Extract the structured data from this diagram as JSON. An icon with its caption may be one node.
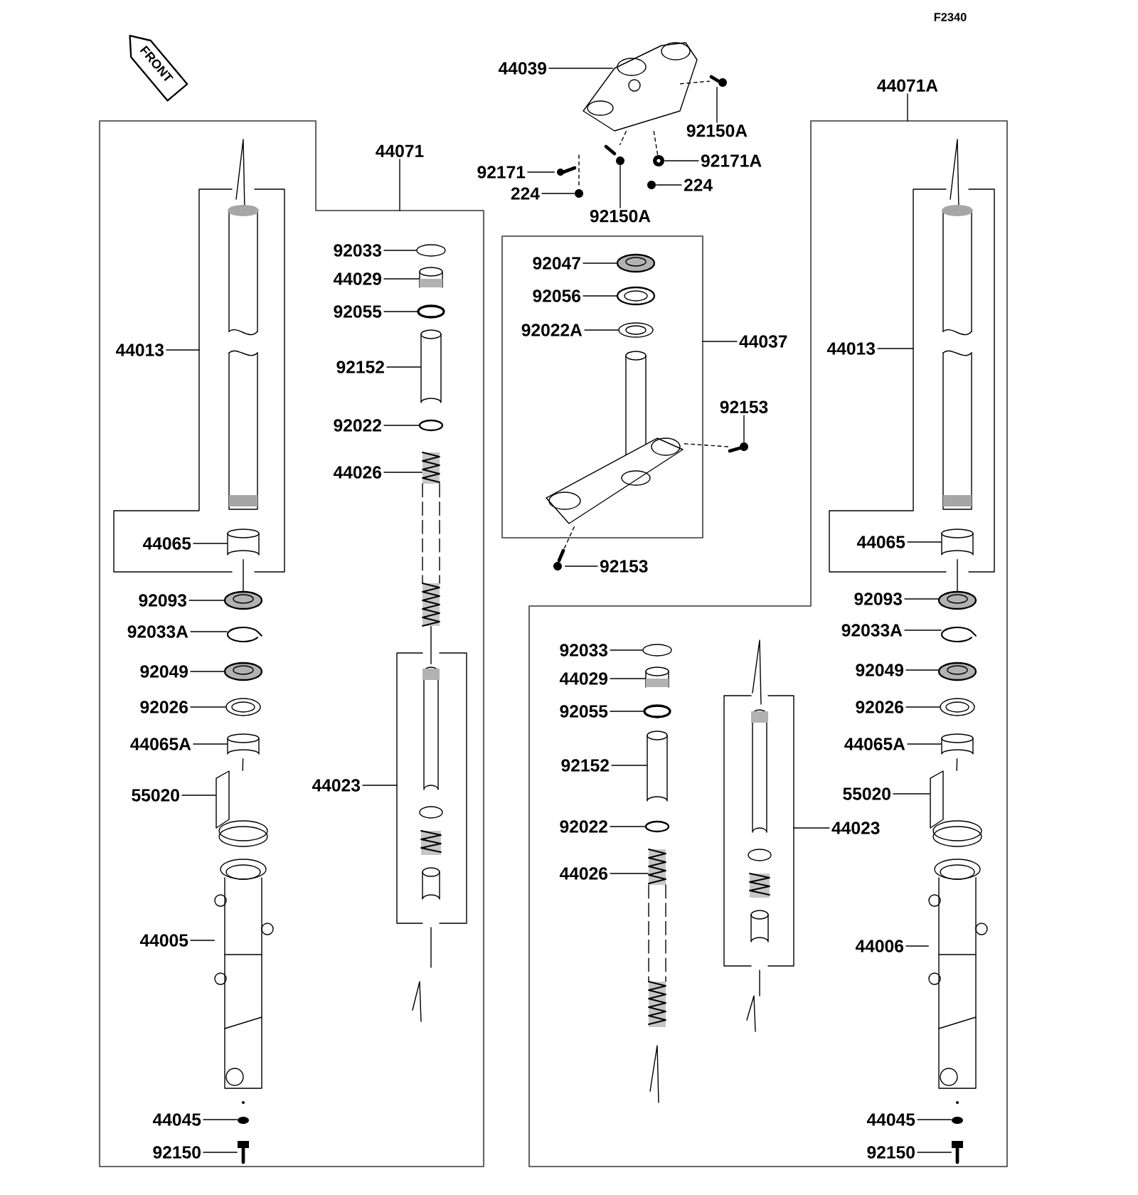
{
  "diagram": {
    "nodes": [
      {
        "text": [
          "44039"
        ]
      },
      {
        "text": [
          "92150A"
        ]
      },
      {
        "text": [
          "92171"
        ]
      },
      {
        "text": [
          "92171A"
        ]
      },
      {
        "text": [
          "224"
        ]
      },
      {
        "text": [
          "224"
        ]
      },
      {
        "text": [
          "92150A"
        ]
      },
      {
        "text": [
          "44071"
        ]
      },
      {
        "text": [
          "44071A"
        ]
      },
      {
        "text": [
          "92033"
        ]
      },
      {
        "text": [
          "44029"
        ]
      },
      {
        "text": [
          "92055"
        ]
      },
      {
        "text": [
          "92152"
        ]
      },
      {
        "text": [
          "92022"
        ]
      },
      {
        "text": [
          "44026"
        ]
      },
      {
        "text": [
          "44013"
        ]
      },
      {
        "text": [
          "44065"
        ]
      },
      {
        "text": [
          "92093"
        ]
      },
      {
        "text": [
          "92033A"
        ]
      },
      {
        "text": [
          "92049"
        ]
      },
      {
        "text": [
          "92026"
        ]
      },
      {
        "text": [
          "44065A"
        ]
      },
      {
        "text": [
          "55020"
        ]
      },
      {
        "text": [
          "44005"
        ]
      },
      {
        "text": [
          "44023"
        ]
      },
      {
        "text": [
          "44045"
        ]
      },
      {
        "text": [
          "92150"
        ]
      },
      {
        "text": [
          "92047"
        ]
      },
      {
        "text": [
          "92056"
        ]
      },
      {
        "text": [
          "92022A"
        ]
      },
      {
        "text": [
          "44037"
        ]
      },
      {
        "text": [
          "92153"
        ]
      },
      {
        "text": [
          "92153"
        ]
      },
      {
        "text": [
          "44013"
        ]
      },
      {
        "text": [
          "44065"
        ]
      },
      {
        "text": [
          "92093"
        ]
      },
      {
        "text": [
          "92033A"
        ]
      },
      {
        "text": [
          "92049"
        ]
      },
      {
        "text": [
          "92026"
        ]
      },
      {
        "text": [
          "44065A"
        ]
      },
      {
        "text": [
          "55020"
        ]
      },
      {
        "text": [
          "44006"
        ]
      },
      {
        "text": [
          "44045"
        ]
      },
      {
        "text": [
          "92150"
        ]
      },
      {
        "text": [
          "92033"
        ]
      },
      {
        "text": [
          "44029"
        ]
      },
      {
        "text": [
          "92055"
        ]
      },
      {
        "text": [
          "92152"
        ]
      },
      {
        "text": [
          "92022"
        ]
      },
      {
        "text": [
          "44026"
        ]
      },
      {
        "text": [
          "44023"
        ]
      },
      {
        "text": [],
        "shape": "picture"
      },
      {
        "text": [],
        "shape": "picture"
      },
      {
        "text": [],
        "shape": "picture"
      },
      {
        "text": [],
        "shape": "picture"
      },
      {
        "text": [],
        "shape": "picture"
      },
      {
        "text": [],
        "shape": "picture"
      },
      {
        "text": [],
        "shape": "picture"
      },
      {
        "text": [],
        "shape": "circle"
      },
      {
        "text": [],
        "shape": "picture"
      },
      {
        "text": [],
        "shape": "circle"
      },
      {
        "text": [],
        "shape": "cylinder"
      },
      {
        "text": [],
        "shape": "circle"
      },
      {
        "text": [],
        "shape": "picture"
      },
      {
        "text": [],
        "shape": "picture"
      },
      {
        "text": [],
        "shape": "picture"
      },
      {
        "text": [],
        "shape": "picture"
      },
      {
        "text": [],
        "shape": "picture"
      },
      {
        "text": [],
        "shape": "picture"
      },
      {
        "text": [],
        "shape": "picture"
      },
      {
        "text": [],
        "shape": "picture"
      },
      {
        "text": [],
        "shape": "picture"
      },
      {
        "text": [],
        "shape": "picture"
      },
      {
        "text": [],
        "shape": "picture"
      },
      {
        "text": [],
        "shape": "picture"
      },
      {
        "text": [],
        "shape": "picture"
      },
      {
        "text": [],
        "shape": "picture"
      },
      {
        "text": [],
        "shape": "picture"
      },
      {
        "text": [],
        "shape": "picture"
      },
      {
        "text": [],
        "shape": "picture"
      },
      {
        "text": [],
        "shape": "picture"
      },
      {
        "text": [],
        "shape": "picture"
      },
      {
        "text": [],
        "shape": "picture"
      },
      {
        "text": [],
        "shape": "picture"
      },
      {
        "text": [],
        "shape": "picture"
      },
      {
        "text": [],
        "shape": "picture"
      },
      {
        "text": [],
        "shape": "picture"
      },
      {
        "text": [],
        "shape": "picture"
      },
      {
        "text": [],
        "shape": "picture"
      },
      {
        "text": [],
        "shape": "circle"
      },
      {
        "text": [],
        "shape": "picture"
      },
      {
        "text": [],
        "shape": "circle"
      },
      {
        "text": [],
        "shape": "cylinder"
      },
      {
        "text": [],
        "shape": "circle"
      },
      {
        "text": [],
        "shape": "picture"
      },
      {
        "text": [],
        "shape": "picture"
      },
      {
        "text": [],
        "shape": "picture"
      },
      {
        "text": [],
        "shape": "picture"
      }
    ],
    "edges": [
      {
        "from": 0,
        "to": 51,
        "arrow": "none"
      },
      {
        "from": 1,
        "to": 52,
        "arrow": "none"
      },
      {
        "from": 2,
        "to": 53,
        "arrow": "none"
      },
      {
        "from": 3,
        "to": 54,
        "arrow": "none"
      },
      {
        "from": 4,
        "to": 55,
        "arrow": "none"
      },
      {
        "from": 5,
        "to": 56,
        "arrow": "none"
      },
      {
        "from": 6,
        "to": 57,
        "arrow": "none"
      },
      {
        "from": 7,
        "to": null,
        "arrow": "none"
      },
      {
        "from": 8,
        "to": null,
        "arrow": "none"
      },
      {
        "from": 9,
        "to": 58,
        "arrow": "none"
      },
      {
        "from": 10,
        "to": 59,
        "arrow": "none"
      },
      {
        "from": 11,
        "to": 60,
        "arrow": "none"
      },
      {
        "from": 12,
        "to": 61,
        "arrow": "none"
      },
      {
        "from": 13,
        "to": 62,
        "arrow": "none"
      },
      {
        "from": 14,
        "to": 63,
        "arrow": "none"
      },
      {
        "from": 15,
        "to": null,
        "arrow": "none"
      },
      {
        "from": 16,
        "to": 64,
        "arrow": "none"
      },
      {
        "from": 17,
        "to": 65,
        "arrow": "none"
      },
      {
        "from": 18,
        "to": 66,
        "arrow": "none"
      },
      {
        "from": 19,
        "to": 67,
        "arrow": "none"
      },
      {
        "from": 20,
        "to": 68,
        "arrow": "none"
      },
      {
        "from": 21,
        "to": 69,
        "arrow": "none"
      },
      {
        "from": 22,
        "to": 70,
        "arrow": "none"
      },
      {
        "from": 23,
        "to": 71,
        "arrow": "none"
      },
      {
        "from": 24,
        "to": null,
        "arrow": "none"
      },
      {
        "from": 25,
        "to": 72,
        "arrow": "none"
      },
      {
        "from": 26,
        "to": 73,
        "arrow": "none"
      },
      {
        "from": 27,
        "to": 74,
        "arrow": "none"
      },
      {
        "from": 28,
        "to": 75,
        "arrow": "none"
      },
      {
        "from": 29,
        "to": 76,
        "arrow": "none"
      },
      {
        "from": 30,
        "to": null,
        "arrow": "none"
      },
      {
        "from": 31,
        "to": 77,
        "arrow": "none"
      },
      {
        "from": 32,
        "to": 78,
        "arrow": "none"
      },
      {
        "from": 33,
        "to": null,
        "arrow": "none"
      },
      {
        "from": 34,
        "to": 79,
        "arrow": "none"
      },
      {
        "from": 35,
        "to": 80,
        "arrow": "none"
      },
      {
        "from": 36,
        "to": 81,
        "arrow": "none"
      },
      {
        "from": 37,
        "to": 82,
        "arrow": "none"
      },
      {
        "from": 38,
        "to": 83,
        "arrow": "none"
      },
      {
        "from": 39,
        "to": 84,
        "arrow": "none"
      },
      {
        "from": 40,
        "to": 85,
        "arrow": "none"
      },
      {
        "from": 41,
        "to": 86,
        "arrow": "none"
      },
      {
        "from": 42,
        "to": 87,
        "arrow": "none"
      },
      {
        "from": 43,
        "to": 88,
        "arrow": "none"
      },
      {
        "from": 44,
        "to": 89,
        "arrow": "none"
      },
      {
        "from": 45,
        "to": 90,
        "arrow": "none"
      },
      {
        "from": 46,
        "to": 91,
        "arrow": "none"
      },
      {
        "from": 47,
        "to": 92,
        "arrow": "none"
      },
      {
        "from": 48,
        "to": 93,
        "arrow": "none"
      },
      {
        "from": 49,
        "to": 94,
        "arrow": "none"
      },
      {
        "from": 50,
        "to": null,
        "arrow": "none"
      },
      {
        "from": 64,
        "to": 65,
        "arrow": "none"
      },
      {
        "from": 69,
        "to": 70,
        "arrow": "none"
      },
      {
        "from": 79,
        "to": 80,
        "arrow": "none"
      },
      {
        "from": 84,
        "to": 85,
        "arrow": "none"
      },
      {
        "from": 51,
        "to": 52,
        "arrow": "none",
        "style": "dashed"
      },
      {
        "from": 51,
        "to": 57,
        "arrow": "none",
        "style": "dashed"
      },
      {
        "from": 51,
        "to": 54,
        "arrow": "none",
        "style": "dashed"
      },
      {
        "from": 77,
        "to": 95,
        "arrow": "none",
        "style": "dashed"
      },
      {
        "from": 95,
        "to": 78,
        "arrow": "none",
        "style": "dashed"
      },
      {
        "from": 63,
        "to": 96,
        "arrow": "none"
      }
    ],
    "labels": [
      "F2340",
      "FRONT"
    ]
  }
}
